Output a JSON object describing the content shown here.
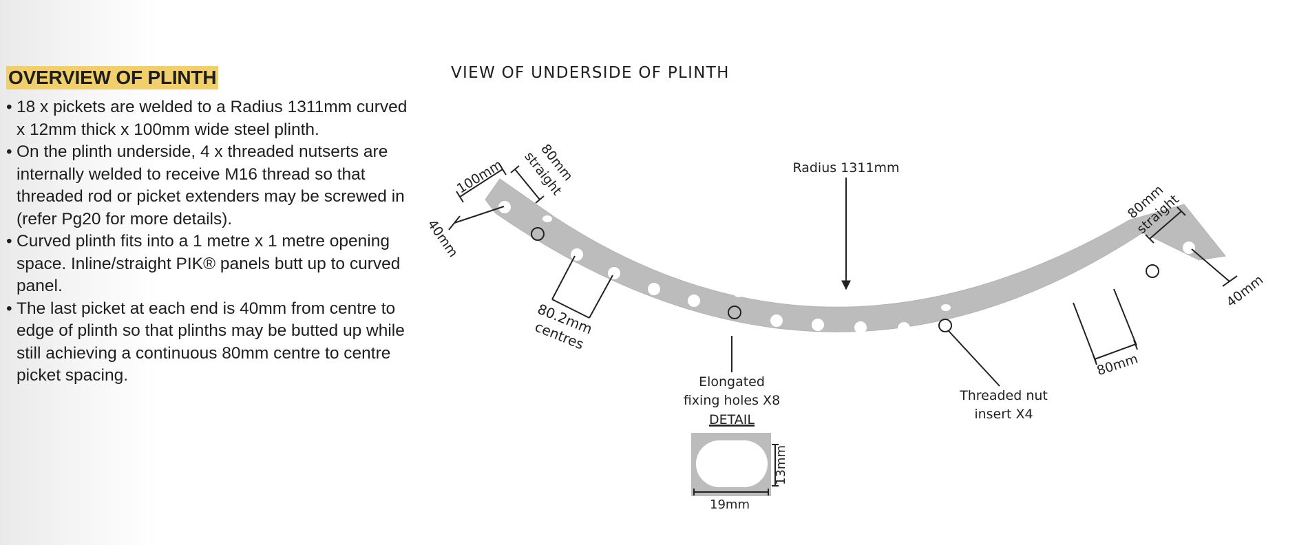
{
  "overview": {
    "heading": "OVERVIEW OF PLINTH",
    "bullets": [
      "18 x pickets are welded to a Radius 1311mm curved x 12mm thick x 100mm wide steel plinth.",
      "On the plinth underside, 4 x threaded nutserts are internally welded to receive M16 thread so that threaded rod or picket extenders may be screwed in (refer Pg20 for more details).",
      "Curved plinth fits into a 1 metre x 1 metre opening space. Inline/straight PIK® panels butt up to curved panel.",
      "The last picket at each end is 40mm from centre to edge of plinth so that plinths may be butted up while still achieving a continuous 80mm centre to centre picket spacing."
    ]
  },
  "diagram": {
    "title": "VIEW OF UNDERSIDE OF PLINTH",
    "labels": {
      "width_100": "100mm",
      "straight_left_1": "80mm",
      "straight_left_2": "straight",
      "edge_left_40": "40mm",
      "radius": "Radius 1311mm",
      "straight_right_1": "80mm",
      "straight_right_2": "straight",
      "edge_right_40": "40mm",
      "centres_1": "80.2mm",
      "centres_2": "centres",
      "spacing_80": "80mm",
      "elongated_1": "Elongated",
      "elongated_2": "fixing holes X8",
      "detail": "DETAIL",
      "nut_1": "Threaded nut",
      "nut_2": "insert X4",
      "detail_height": "13mm",
      "detail_width": "19mm"
    },
    "colors": {
      "plinth": "#bcbcbc",
      "hole": "#ffffff",
      "line": "#222222",
      "heading_highlight": "#f1cf6a"
    }
  }
}
